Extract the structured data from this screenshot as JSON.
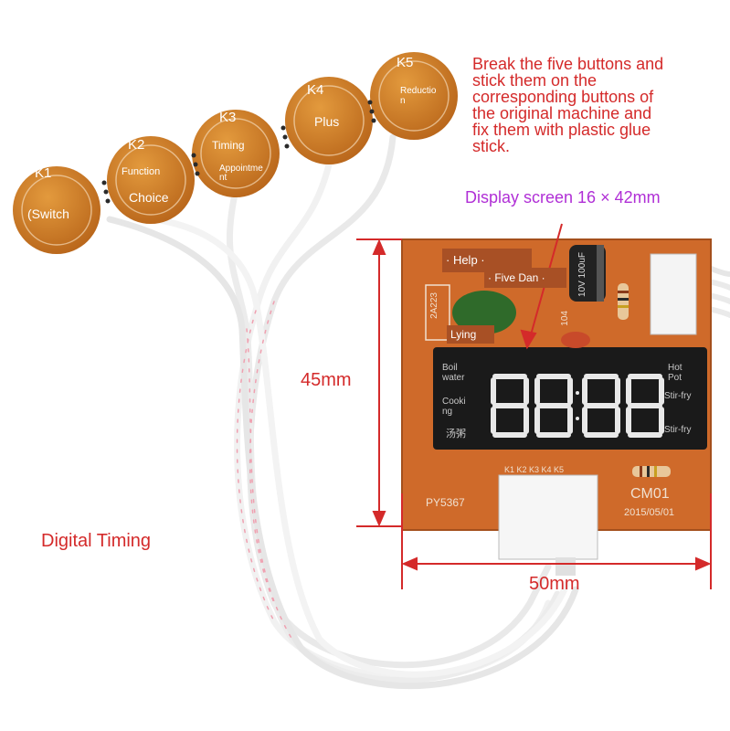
{
  "annotations": {
    "instruction_lines": [
      "Break the five buttons and",
      "stick them on the",
      "corresponding buttons of",
      "the original machine and",
      "fix them with plastic glue",
      "stick."
    ],
    "display_note": "Display screen 16 × 42mm",
    "height_dim": "45mm",
    "width_dim": "50mm",
    "product_label": "Digital Timing"
  },
  "buttons": [
    {
      "tag": "K1",
      "label": "(Switch"
    },
    {
      "tag": "K2",
      "label_top": "Function",
      "label": "Choice"
    },
    {
      "tag": "K3",
      "label_top": "Timing",
      "label": "Appointme",
      "label2": "nt"
    },
    {
      "tag": "K4",
      "label": "Plus"
    },
    {
      "tag": "K5",
      "label": "Reductio",
      "label2": "n"
    }
  ],
  "board": {
    "help": "· Help ·",
    "five_dan": "· Five Dan ·",
    "lying": "Lying",
    "boil": [
      "Boil",
      "water"
    ],
    "cooking": [
      "Cooki",
      "ng"
    ],
    "hot_pot": [
      "Hot",
      "Pot"
    ],
    "stir_fry_1": "Stir-fry",
    "stir_fry_2": "Stir-fry",
    "soup": "汤粥",
    "digits": "8888",
    "model": "PY5367",
    "code": "CM01",
    "date": "2015/05/01",
    "connector_pins": "K1 K2 K3 K4 K5",
    "cap_label": "2A223",
    "cap104": "104",
    "cap_value": "10V 100uF"
  },
  "colors": {
    "pcb": "#cf6a2a",
    "button_disc": "#c9761c",
    "annotation_red": "#d42a2a",
    "annotation_purple": "#b02fd6",
    "display_bg": "#1a1a1a",
    "digit": "#e8e8e8"
  }
}
